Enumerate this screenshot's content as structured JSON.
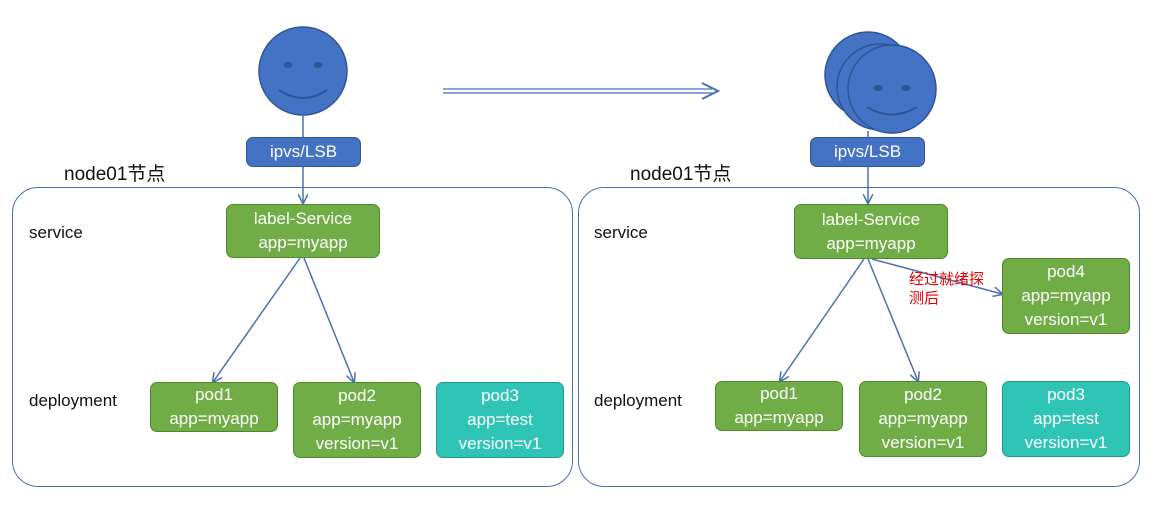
{
  "colors": {
    "green": "#70ad47",
    "teal": "#2ec4b6",
    "blue": "#4472c4",
    "line": "#4a6fb5",
    "note": "#e00000"
  },
  "icons": {
    "user": "smiley-face-icon",
    "users": "stacked-smiley-faces-icon",
    "transition": "double-arrow-right-icon"
  },
  "left": {
    "lb": "ipvs/LSB",
    "node_title": "node01节点",
    "service_label": "service",
    "deployment_label": "deployment",
    "service_box": {
      "line1": "label-Service",
      "line2": "app=myapp"
    },
    "pods": [
      {
        "line1": "pod1",
        "line2": "app=myapp",
        "line3": ""
      },
      {
        "line1": "pod2",
        "line2": "app=myapp",
        "line3": "version=v1"
      },
      {
        "line1": "pod3",
        "line2": "app=test",
        "line3": "version=v1"
      }
    ]
  },
  "right": {
    "lb": "ipvs/LSB",
    "node_title": "node01节点",
    "service_label": "service",
    "deployment_label": "deployment",
    "service_box": {
      "line1": "label-Service",
      "line2": "app=myapp"
    },
    "note": {
      "line1": "经过就绪探",
      "line2": "测后"
    },
    "pod4": {
      "line1": "pod4",
      "line2": "app=myapp",
      "line3": "version=v1"
    },
    "pods": [
      {
        "line1": "pod1",
        "line2": "app=myapp",
        "line3": ""
      },
      {
        "line1": "pod2",
        "line2": "app=myapp",
        "line3": "version=v1"
      },
      {
        "line1": "pod3",
        "line2": "app=test",
        "line3": "version=v1"
      }
    ]
  }
}
